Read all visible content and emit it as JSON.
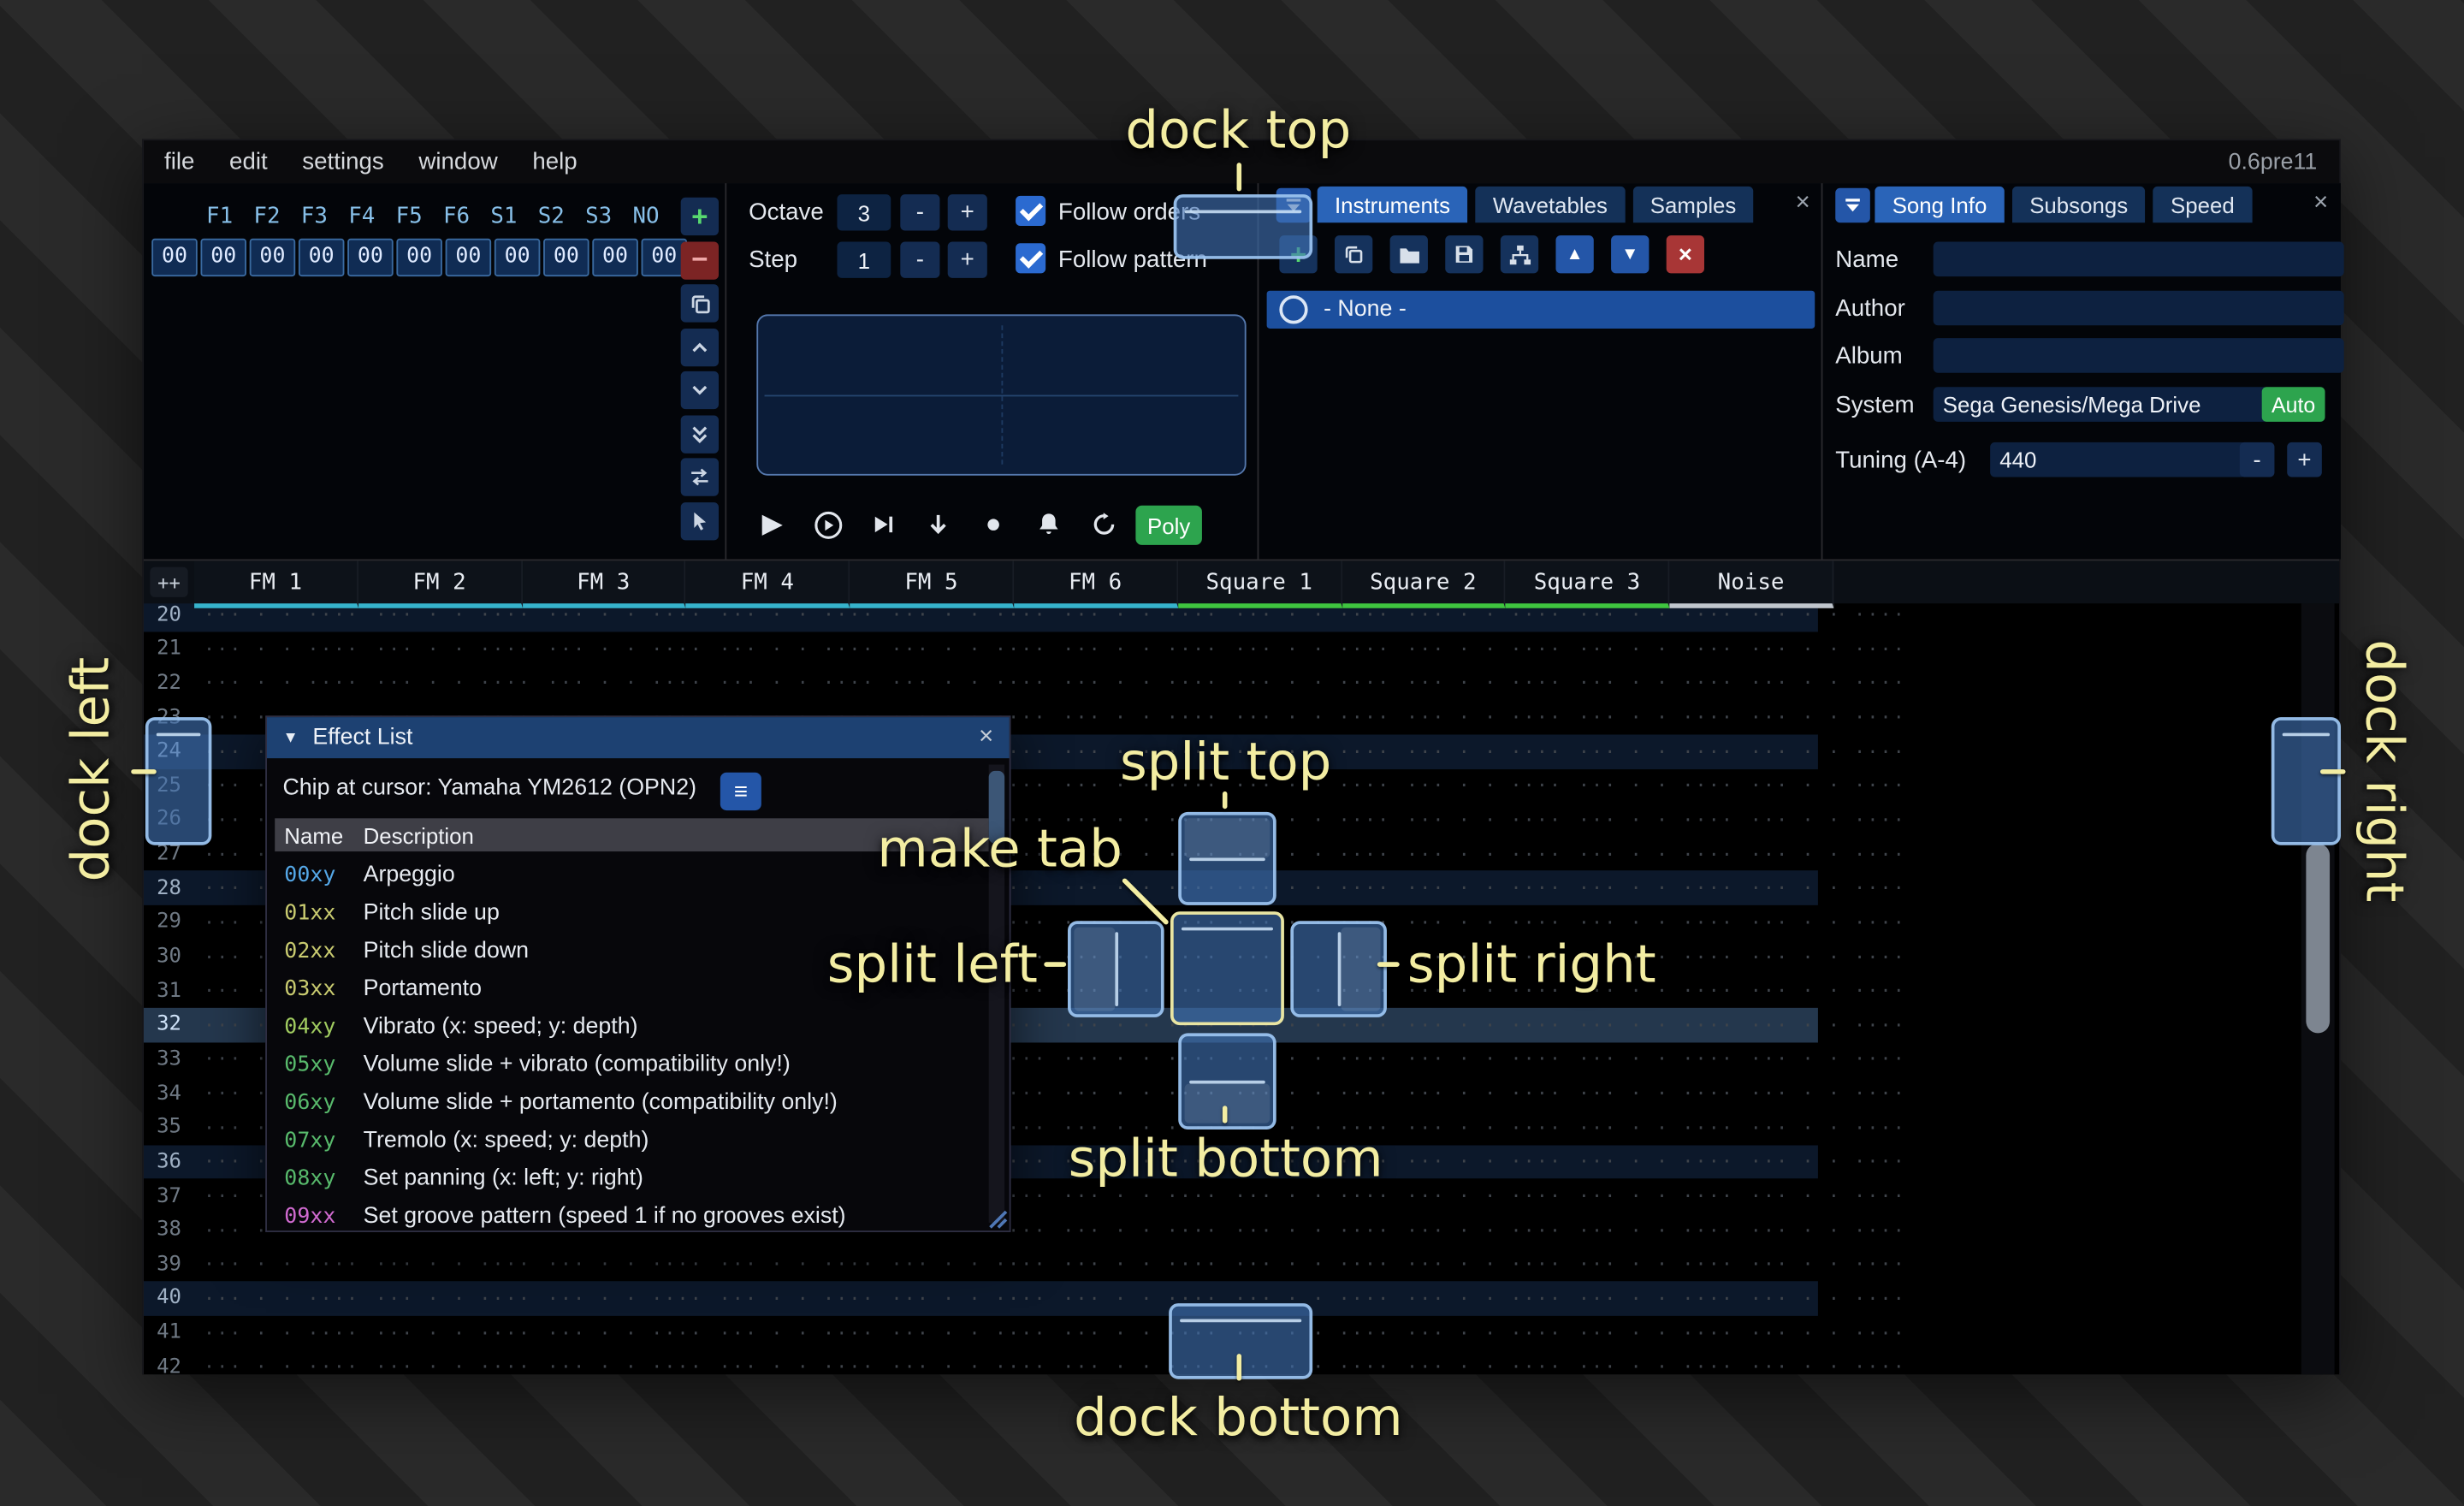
{
  "menu": {
    "items": [
      "file",
      "edit",
      "settings",
      "window",
      "help"
    ],
    "version": "0.6pre11"
  },
  "icons": {
    "plus": "+",
    "minus": "−",
    "close": "×",
    "triangle_down": "▼",
    "triangle_up": "▲",
    "hamburger": "≡",
    "play": "▶",
    "record": "●"
  },
  "orders": {
    "headers": [
      "F1",
      "F2",
      "F3",
      "F4",
      "F5",
      "F6",
      "S1",
      "S2",
      "S3",
      "NO"
    ],
    "row_index": "00",
    "row_values": [
      "00",
      "00",
      "00",
      "00",
      "00",
      "00",
      "00",
      "00",
      "00",
      "00"
    ]
  },
  "transport": {
    "octave_label": "Octave",
    "octave_value": "3",
    "step_label": "Step",
    "step_value": "1",
    "minus_label": "-",
    "plus_label": "+",
    "follow_orders_label": "Follow orders",
    "follow_pattern_label": "Follow pattern",
    "poly_label": "Poly"
  },
  "instruments": {
    "tabs": [
      {
        "label": "Instruments",
        "active": true
      },
      {
        "label": "Wavetables",
        "active": false
      },
      {
        "label": "Samples",
        "active": false
      }
    ],
    "list": [
      {
        "label": "- None -",
        "selected": true
      }
    ]
  },
  "song_info": {
    "tabs": [
      {
        "label": "Song Info",
        "active": true
      },
      {
        "label": "Subsongs",
        "active": false
      },
      {
        "label": "Speed",
        "active": false
      }
    ],
    "fields": [
      {
        "label": "Name",
        "value": ""
      },
      {
        "label": "Author",
        "value": ""
      },
      {
        "label": "Album",
        "value": ""
      }
    ],
    "system_label": "System",
    "system_value": "Sega Genesis/Mega Drive",
    "auto_label": "Auto",
    "tuning_label": "Tuning (A-4)",
    "tuning_value": "440",
    "minus_label": "-",
    "plus_label": "+"
  },
  "pattern": {
    "expand_button": "++",
    "channels": [
      {
        "name": "FM 1",
        "color": "#36b3cc"
      },
      {
        "name": "FM 2",
        "color": "#36b3cc"
      },
      {
        "name": "FM 3",
        "color": "#36b3cc"
      },
      {
        "name": "FM 4",
        "color": "#36b3cc"
      },
      {
        "name": "FM 5",
        "color": "#36b3cc"
      },
      {
        "name": "FM 6",
        "color": "#36b3cc"
      },
      {
        "name": "Square 1",
        "color": "#3fc53f"
      },
      {
        "name": "Square 2",
        "color": "#3fc53f"
      },
      {
        "name": "Square 3",
        "color": "#3fc53f"
      },
      {
        "name": "Noise",
        "color": "#c0c6cd"
      }
    ],
    "row_numbers": [
      "20",
      "21",
      "22",
      "23",
      "24",
      "25",
      "26",
      "27",
      "28",
      "29",
      "30",
      "31",
      "32",
      "33",
      "34",
      "35",
      "36",
      "37",
      "38",
      "39",
      "40",
      "41",
      "42"
    ],
    "beat_interval": 4,
    "cursor_row": "32",
    "empty_cell": "··· · · ····"
  },
  "effect_list": {
    "title": "Effect List",
    "chip_line": "Chip at cursor: Yamaha YM2612 (OPN2)",
    "name_header": "Name",
    "description_header": "Description",
    "rows": [
      {
        "name": "00xy",
        "color": "#55a8e8",
        "desc": "Arpeggio"
      },
      {
        "name": "01xx",
        "color": "#c9cb70",
        "desc": "Pitch slide up"
      },
      {
        "name": "02xx",
        "color": "#c9cb70",
        "desc": "Pitch slide down"
      },
      {
        "name": "03xx",
        "color": "#c9cb70",
        "desc": "Portamento"
      },
      {
        "name": "04xy",
        "color": "#a0cb60",
        "desc": "Vibrato (x: speed; y: depth)"
      },
      {
        "name": "05xy",
        "color": "#58ba6c",
        "desc": "Volume slide + vibrato (compatibility only!)"
      },
      {
        "name": "06xy",
        "color": "#58ba6c",
        "desc": "Volume slide + portamento (compatibility only!)"
      },
      {
        "name": "07xy",
        "color": "#58ba6c",
        "desc": "Tremolo (x: speed; y: depth)"
      },
      {
        "name": "08xy",
        "color": "#58ba6c",
        "desc": "Set panning (x: left; y: right)"
      },
      {
        "name": "09xx",
        "color": "#d06ad0",
        "desc": "Set groove pattern (speed 1 if no grooves exist)"
      }
    ]
  },
  "overlay": {
    "labels": {
      "dock_top": "dock top",
      "dock_left": "dock left",
      "dock_right": "dock right",
      "dock_bottom": "dock bottom",
      "split_top": "split top",
      "split_left": "split left",
      "split_right": "split right",
      "split_bottom": "split bottom",
      "make_tab": "make tab"
    },
    "accent_color": "#f3eda2",
    "target_color": "#4072b4"
  }
}
